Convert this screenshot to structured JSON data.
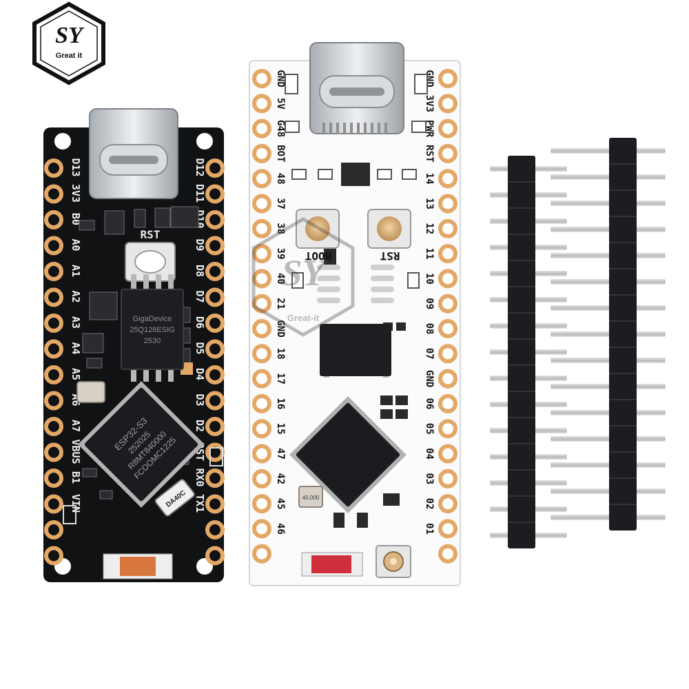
{
  "logo": {
    "monogram": "SY",
    "tagline": "Great it"
  },
  "watermark": {
    "monogram": "SY",
    "tagline": "Great-it"
  },
  "black_board": {
    "left_pins": [
      "D13",
      "3V3",
      "B0",
      "A0",
      "A1",
      "A2",
      "A3",
      "A4",
      "A5",
      "A6",
      "A7",
      "VBUS",
      "B1",
      "VIN"
    ],
    "right_pins": [
      "D12",
      "D11",
      "D10",
      "D9",
      "D8",
      "D7",
      "D6",
      "D5",
      "D4",
      "D3",
      "D2",
      "RST",
      "RX0",
      "TX1"
    ],
    "rst_label": "RST",
    "flash_chip_lines": [
      "GigaDevice",
      "25Q128ESIG",
      "2530"
    ],
    "mcu_lines": [
      "ESP32-S3",
      "252025",
      "R8MT840000",
      "FCOOMC1225"
    ],
    "crystal_label": "DA40C"
  },
  "white_board": {
    "left_pins": [
      "GND",
      "5V",
      "G48",
      "BOT",
      "48",
      "37",
      "38",
      "39",
      "40",
      "21",
      "GND",
      "18",
      "17",
      "16",
      "15",
      "47",
      "42",
      "45",
      "46"
    ],
    "right_pins": [
      "GND",
      "3V3",
      "PWR",
      "RST",
      "14",
      "13",
      "12",
      "11",
      "10",
      "09",
      "08",
      "07",
      "GND",
      "06",
      "05",
      "04",
      "03",
      "02",
      "01"
    ],
    "boot_label": "BOOT",
    "rst_label": "RST",
    "crystal_label": "40.000"
  },
  "colors": {
    "black_pcb": "#111214",
    "white_pcb": "#fbfbfb",
    "pad_gold": "#e3a766",
    "usb_metal": "#c9cdd1",
    "header_plastic": "#1c1d20",
    "header_pin": "#c8c8c8"
  }
}
